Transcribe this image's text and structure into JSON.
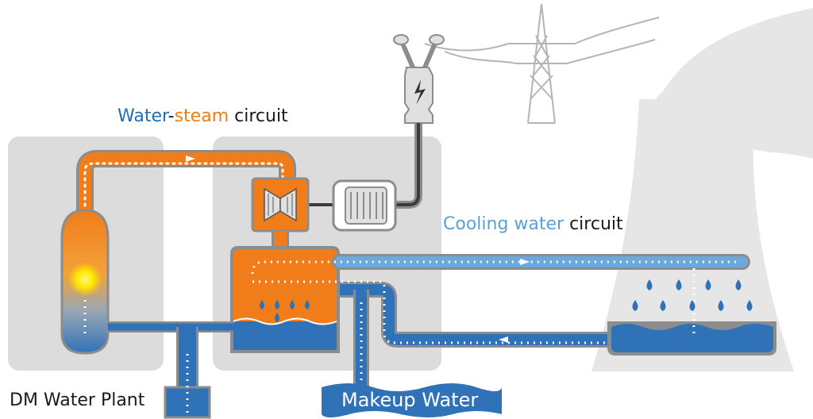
{
  "labels": {
    "water_steam": {
      "part1": "Water",
      "dash": "-",
      "part2": "steam",
      "part3": " circuit"
    },
    "cooling": {
      "part1": "Cooling water",
      "part2": " circuit"
    },
    "dm_water_plant": "DM Water Plant",
    "makeup_water": "Makeup Water"
  },
  "colors": {
    "steam": "#f07d1a",
    "water": "#2f72b8",
    "cooling": "#6aa8de",
    "building": "#dcdcdc",
    "tower": "#e6e6e6",
    "pipe_outline": "#8c8c8c"
  },
  "icons": {
    "boiler": "boiler-icon",
    "turbine": "turbine-icon",
    "generator": "generator-icon",
    "transformer": "transformer-icon",
    "pylon": "power-pylon-icon",
    "cooling_tower": "cooling-tower-icon"
  }
}
